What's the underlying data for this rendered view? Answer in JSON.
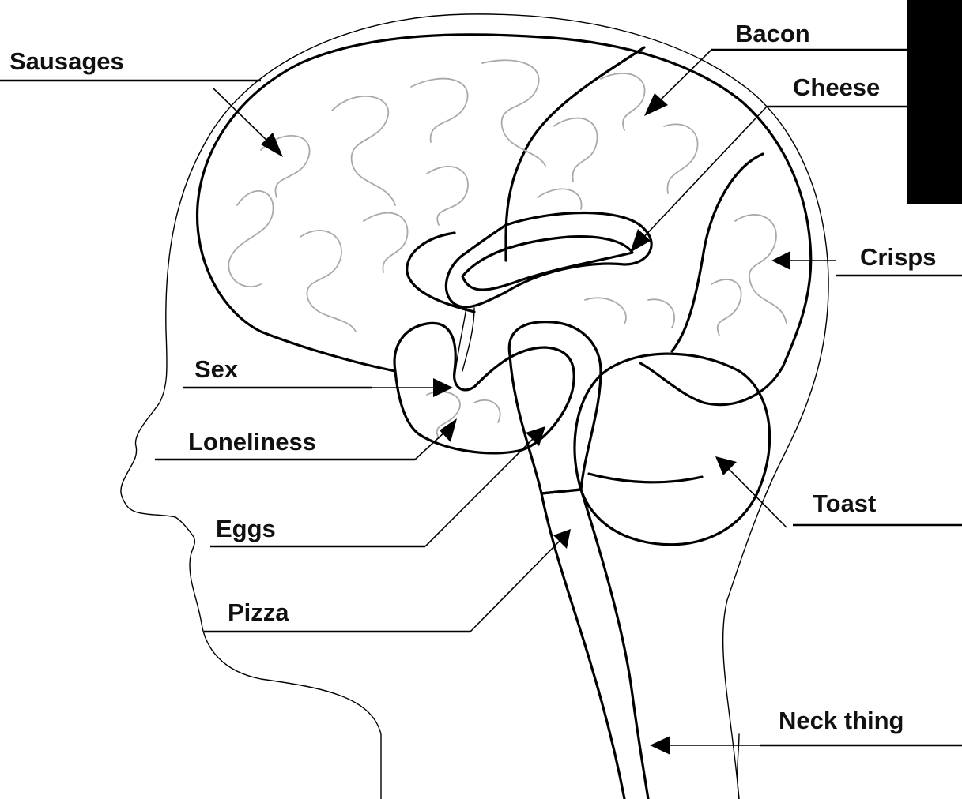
{
  "labels": {
    "sausages": "Sausages",
    "bacon": "Bacon",
    "cheese": "Cheese",
    "crisps": "Crisps",
    "sex": "Sex",
    "loneliness": "Loneliness",
    "eggs": "Eggs",
    "pizza": "Pizza",
    "toast": "Toast",
    "neck_thing": "Neck thing"
  },
  "colors": {
    "background": "#ffffff",
    "outline": "#000000",
    "gyri": "#a9a9a9",
    "redaction_block": "#000000"
  }
}
